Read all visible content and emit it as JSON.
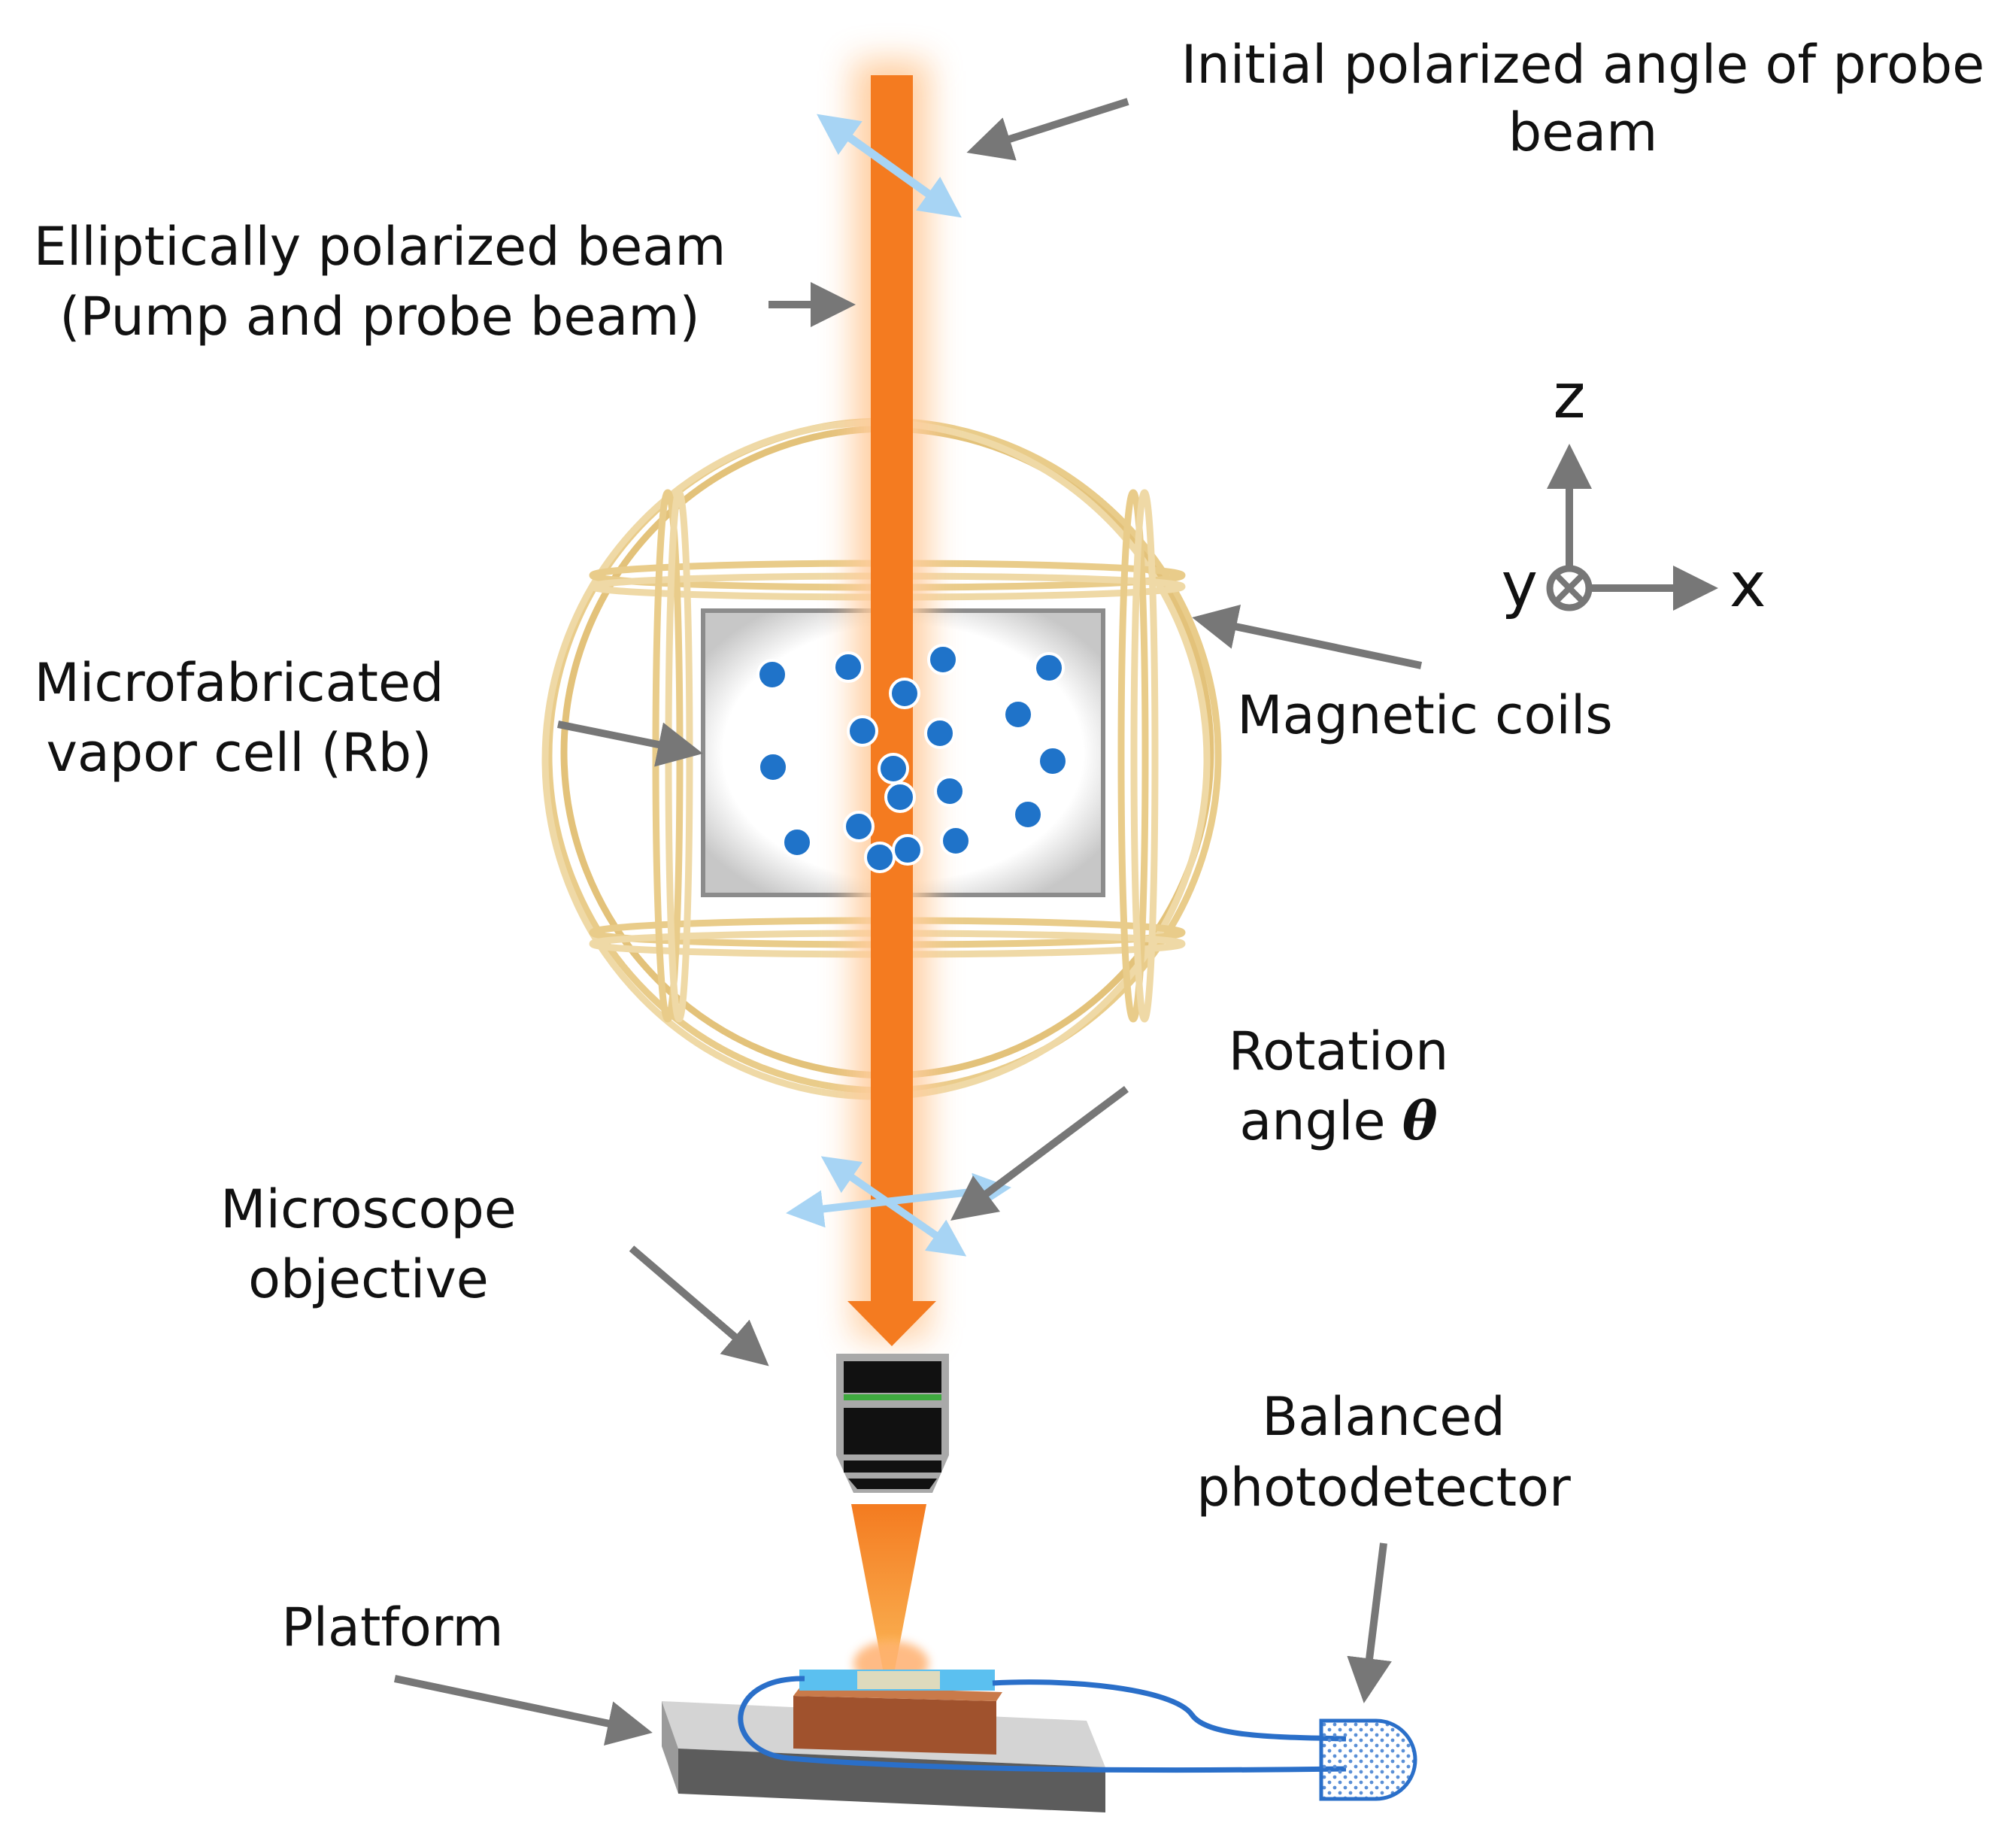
{
  "labels": {
    "initial_polarized": [
      "Initial polarized angle of probe",
      "beam"
    ],
    "elliptical_beam": [
      "Elliptically polarized beam",
      "(Pump and probe beam)"
    ],
    "vapor_cell": [
      "Microfabricated",
      "vapor cell (Rb)"
    ],
    "magnetic_coils": "Magnetic coils",
    "rotation_angle": [
      "Rotation",
      "angle "
    ],
    "theta_symbol": "θ",
    "microscope": [
      "Microscope",
      "objective"
    ],
    "photodetector": [
      "Balanced",
      "photodetector"
    ],
    "platform": "Platform"
  },
  "axes": {
    "z": "z",
    "y": "y",
    "x": "x"
  },
  "colors": {
    "beam": "#f47b20",
    "beam_glow": "#ffd2a8",
    "coil": "#e9cc8a",
    "atom": "#1f73c9",
    "polarization_arrow": "#9fd0f3",
    "pointer": "#777777",
    "fiber": "#2a6fc9",
    "platform_dark": "#5c5c5c",
    "platform_light": "#bcbcbc",
    "chip": "#a0522d"
  },
  "icons": [
    "polarization-arrow-icon",
    "objective-lens-icon",
    "photodetector-icon",
    "axis-y-into-page-icon"
  ]
}
